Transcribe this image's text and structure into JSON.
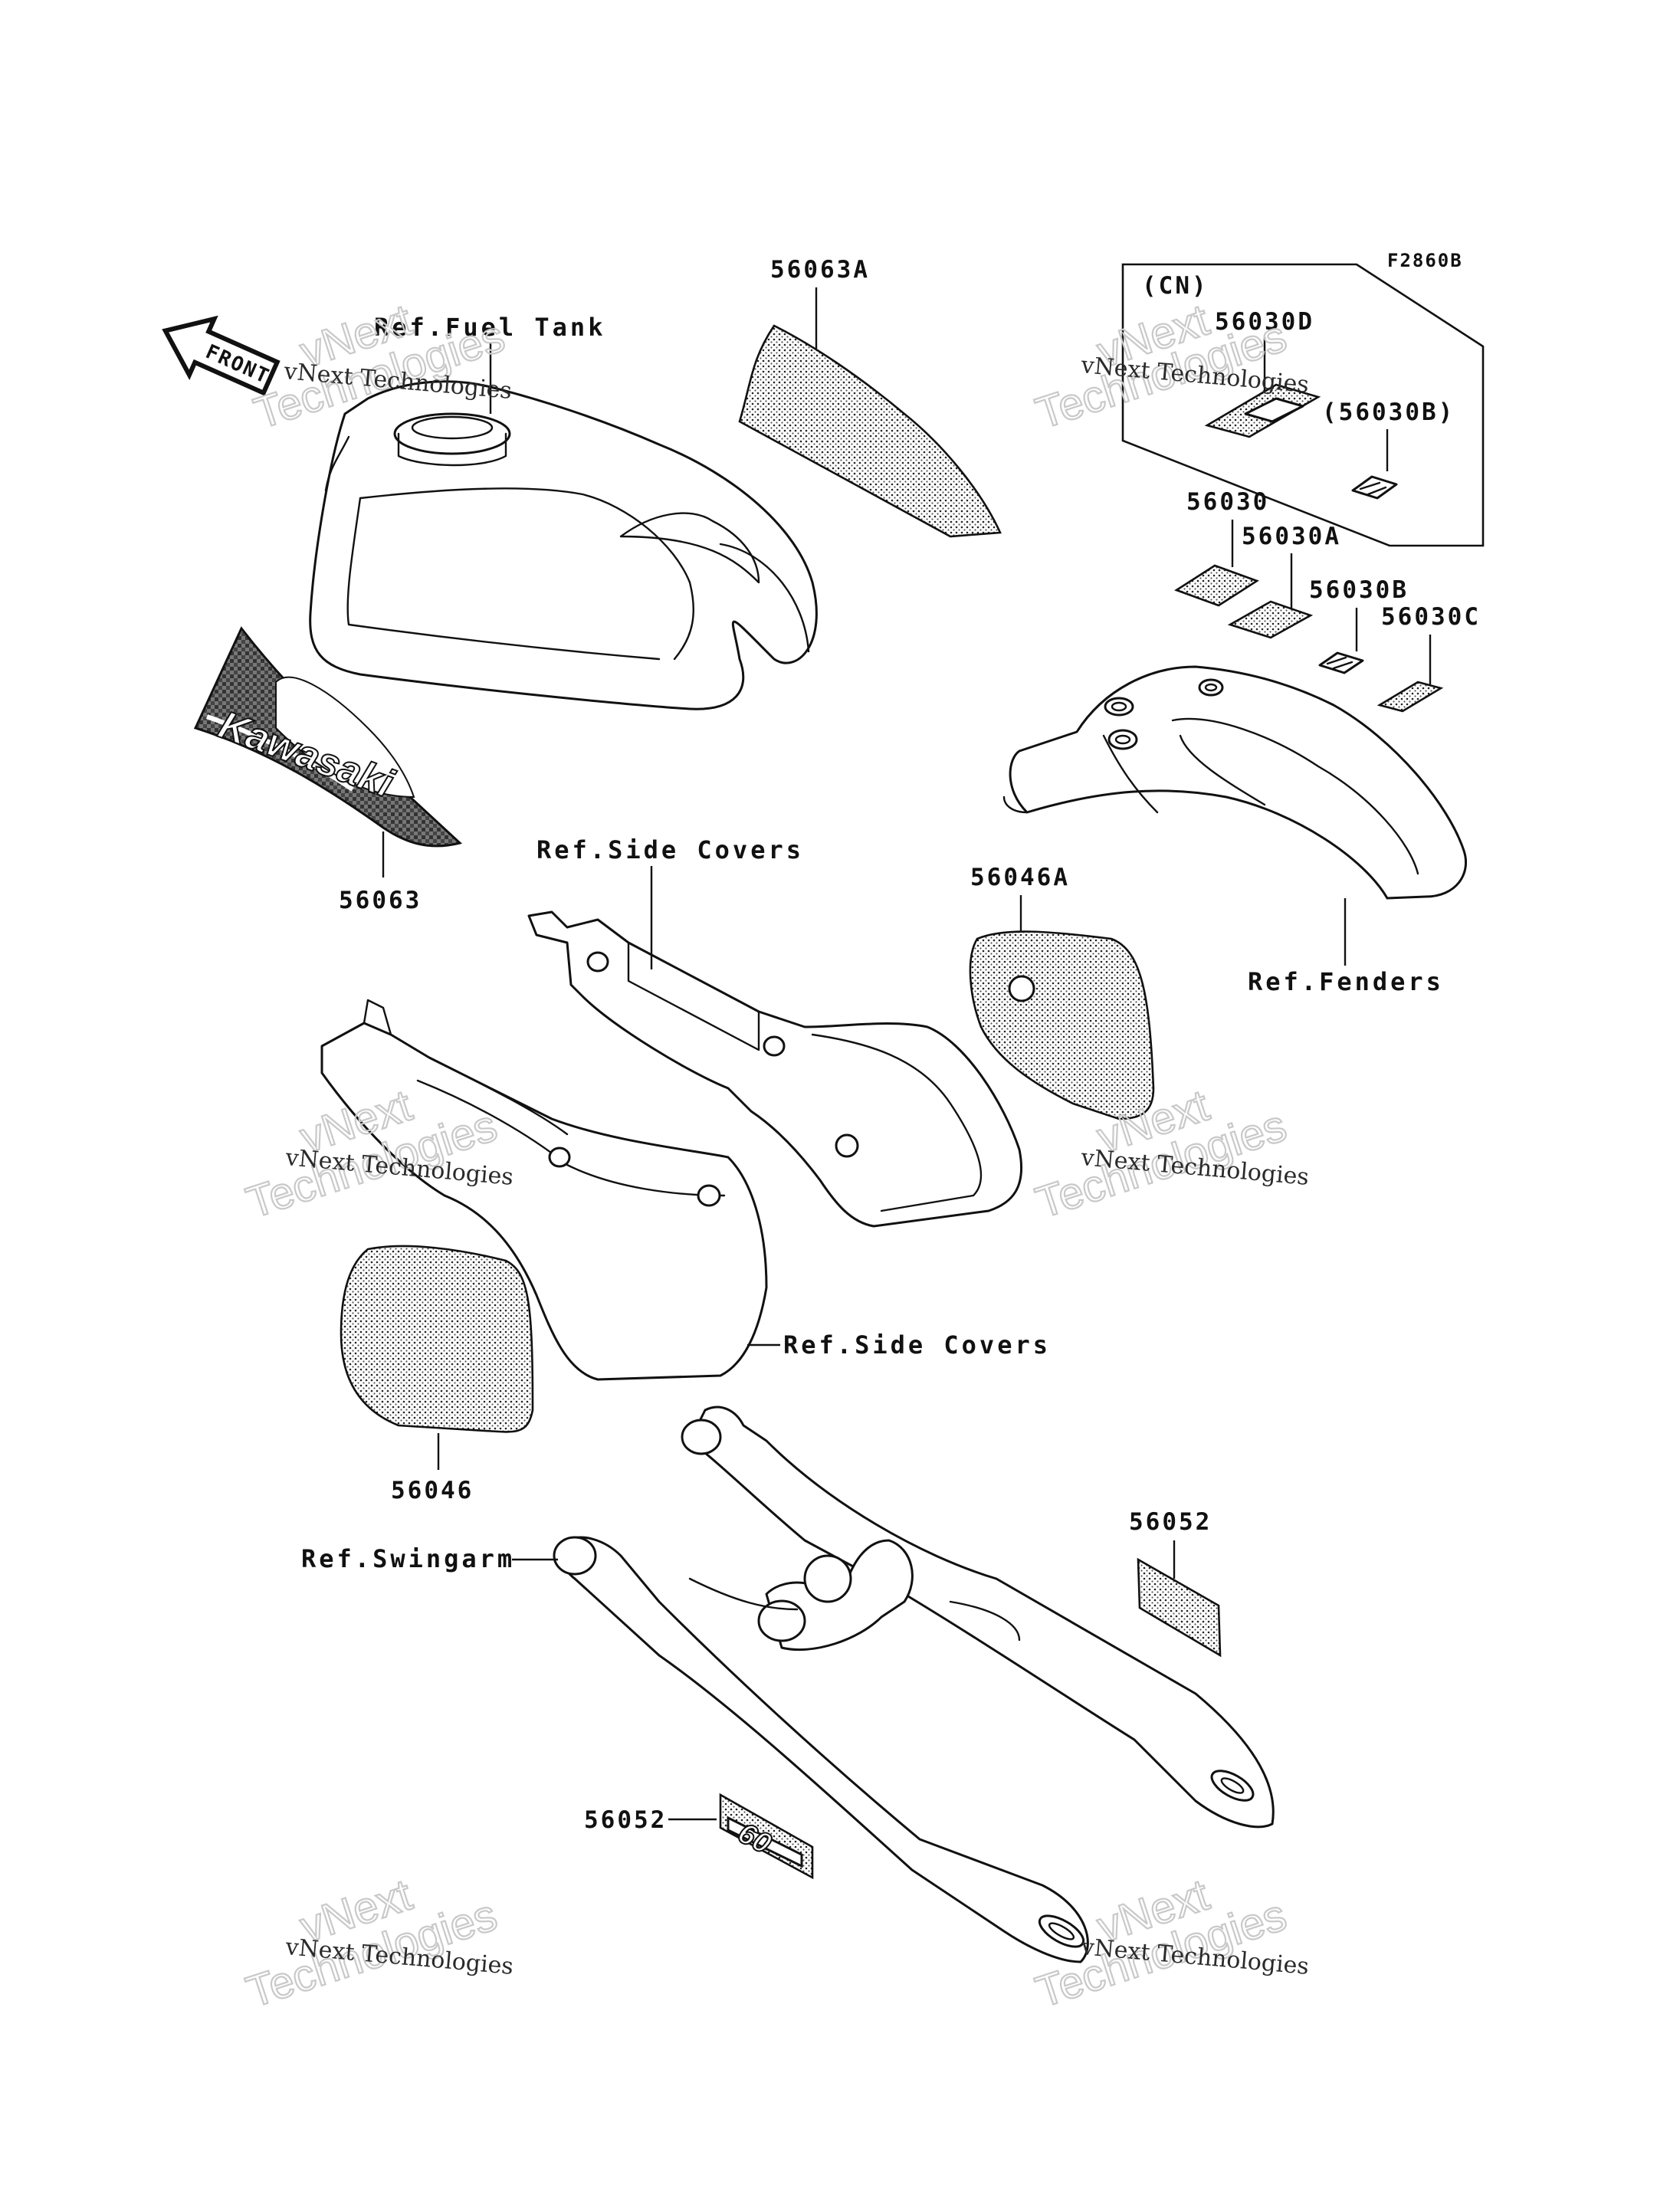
{
  "diagram_id": "F2860B",
  "front_arrow": "FRONT",
  "watermark": {
    "line1": "vNext Technologies",
    "line2": "vNext",
    "line3": "Technologies"
  },
  "labels": {
    "p56063A": "56063A",
    "p56063": "56063",
    "fuel_tank": "Ref.Fuel Tank",
    "cn": "(CN)",
    "p56030D": "56030D",
    "p56030B_paren": "(56030B)",
    "p56030": "56030",
    "p56030A": "56030A",
    "p56030B": "56030B",
    "p56030C": "56030C",
    "side_covers_top": "Ref.Side Covers",
    "p56046A": "56046A",
    "fenders": "Ref.Fenders",
    "side_covers_bottom": "Ref.Side Covers",
    "p56046": "56046",
    "swingarm": "Ref.Swingarm",
    "p56052_top": "56052",
    "p56052_bottom": "56052"
  },
  "decal_texts": {
    "tank_brand": "Kawasaki",
    "swingarm_badge": "60"
  }
}
